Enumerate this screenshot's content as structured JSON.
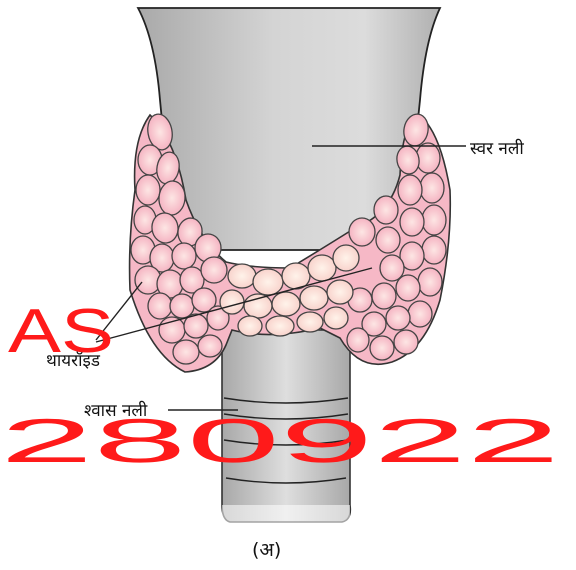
{
  "labels": {
    "larynx": "स्वर नली",
    "thyroid": "थायरॉइड",
    "trachea": "श्वास नली",
    "caption": "(अ)"
  },
  "watermark": {
    "line1": "AS",
    "line2": "280922",
    "color": "#ff1a1a"
  },
  "colors": {
    "larynx_fill": "#c9c9c9",
    "thyroid_light": "#fde8e4",
    "thyroid_pink": "#f6b8c6",
    "trachea_fill": "#cfcfcf",
    "outline": "#333333"
  }
}
